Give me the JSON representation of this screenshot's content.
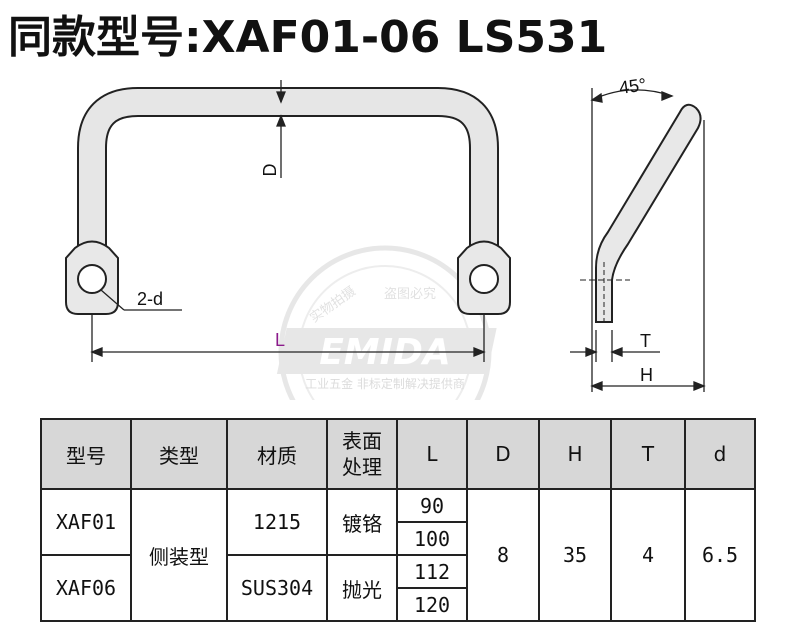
{
  "title": "同款型号:XAF01-06 LS531",
  "drawing": {
    "angle_label": "45°",
    "d_label": "D",
    "hole_label": "2-d",
    "length_label": "L",
    "t_label": "T",
    "h_label": "H",
    "watermark_brand": "EMIDA",
    "watermark_tagline": "工业五金 非标定制解决提供商",
    "watermark_top": "盗图必究",
    "watermark_left": "实物拍摄"
  },
  "table": {
    "headers": {
      "model": "型号",
      "type": "类型",
      "material": "材质",
      "surface_line1": "表面",
      "surface_line2": "处理",
      "L": "L",
      "D": "D",
      "H": "H",
      "T": "T",
      "d": "d"
    },
    "rows": {
      "model_1": "XAF01",
      "model_2": "XAF06",
      "type": "侧装型",
      "material_1": "1215",
      "material_2": "SUS304",
      "surface_1": "镀铬",
      "surface_2": "抛光",
      "L_1": "90",
      "L_2": "100",
      "L_3": "112",
      "L_4": "120",
      "D": "8",
      "H": "35",
      "T": "4",
      "d": "6.5"
    }
  }
}
